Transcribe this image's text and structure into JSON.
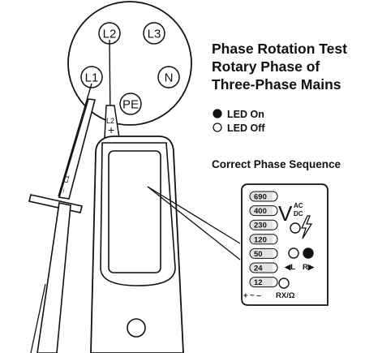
{
  "title": {
    "line1": "Phase Rotation Test",
    "line2": "Rotary Phase of",
    "line3": "Three-Phase Mains"
  },
  "legend": {
    "led_on": "LED On",
    "led_off": "LED Off"
  },
  "sequence_title": "Correct Phase Sequence",
  "socket": {
    "l1": "L1",
    "l2": "L2",
    "l3": "L3",
    "n": "N",
    "pe": "PE"
  },
  "probes": {
    "left_label": "L1",
    "left_sign": "–",
    "right_label": "L2",
    "right_sign": "+"
  },
  "panel": {
    "voltages": [
      "690",
      "400",
      "230",
      "120",
      "50",
      "24",
      "12"
    ],
    "v_symbol": "V",
    "ac": "AC",
    "dc": "DC",
    "lightning": "ϟ",
    "left_rot": "◀L",
    "right_rot": "R▶",
    "polarity": "+ ~ –",
    "rx": "RX/Ω"
  },
  "colors": {
    "ink": "#111111",
    "led_on": "#111111",
    "led_off": "#ffffff",
    "voltage_led_fill": "#e3e3e3"
  }
}
